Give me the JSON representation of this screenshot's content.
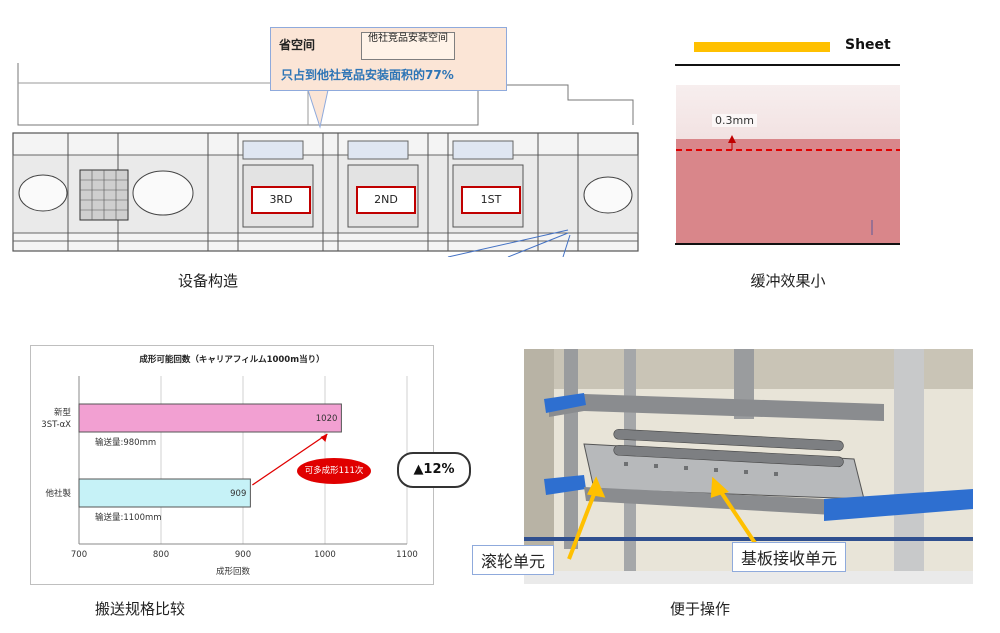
{
  "panels": {
    "equipment": {
      "caption": "设备构造",
      "callout_title": "省空间",
      "callout_box": "他社竞品安装空间",
      "callout_note": "只占到他社竞品安装面积的77%",
      "stages": [
        "3RD",
        "2ND",
        "1ST"
      ]
    },
    "buffer": {
      "caption": "缓冲效果小",
      "legend_label": "Sheet",
      "thickness_label": "0.3mm"
    },
    "chart_panel": {
      "caption": "搬送规格比较",
      "badge": "▲12%",
      "oval_note": "可多成形111次"
    },
    "operation": {
      "caption": "便于操作",
      "roller_unit": "滚轮单元",
      "substrate_unit": "基板接收单元"
    }
  },
  "colors": {
    "sheet_yellow": "#ffc000",
    "pink_bar": "#f2a0d2",
    "cyan_bar": "#c6f2f7",
    "red_dash": "#e00000",
    "blue_rail": "#2e6fd0"
  },
  "chart_data": {
    "type": "bar",
    "orientation": "horizontal",
    "title": "成形可能回数（キャリアフィルム1000m当り）",
    "xlabel": "成形回数",
    "xlim": [
      700,
      1100
    ],
    "xticks": [
      700,
      800,
      900,
      1000,
      1100
    ],
    "grid": true,
    "categories": [
      {
        "label_lines": [
          "新型",
          "3ST-αX"
        ],
        "value": 1020,
        "value_label": "1020",
        "sublabel": "输送量:980mm"
      },
      {
        "label_lines": [
          "他社製"
        ],
        "value": 909,
        "value_label": "909",
        "sublabel": "输送量:1100mm"
      }
    ]
  }
}
